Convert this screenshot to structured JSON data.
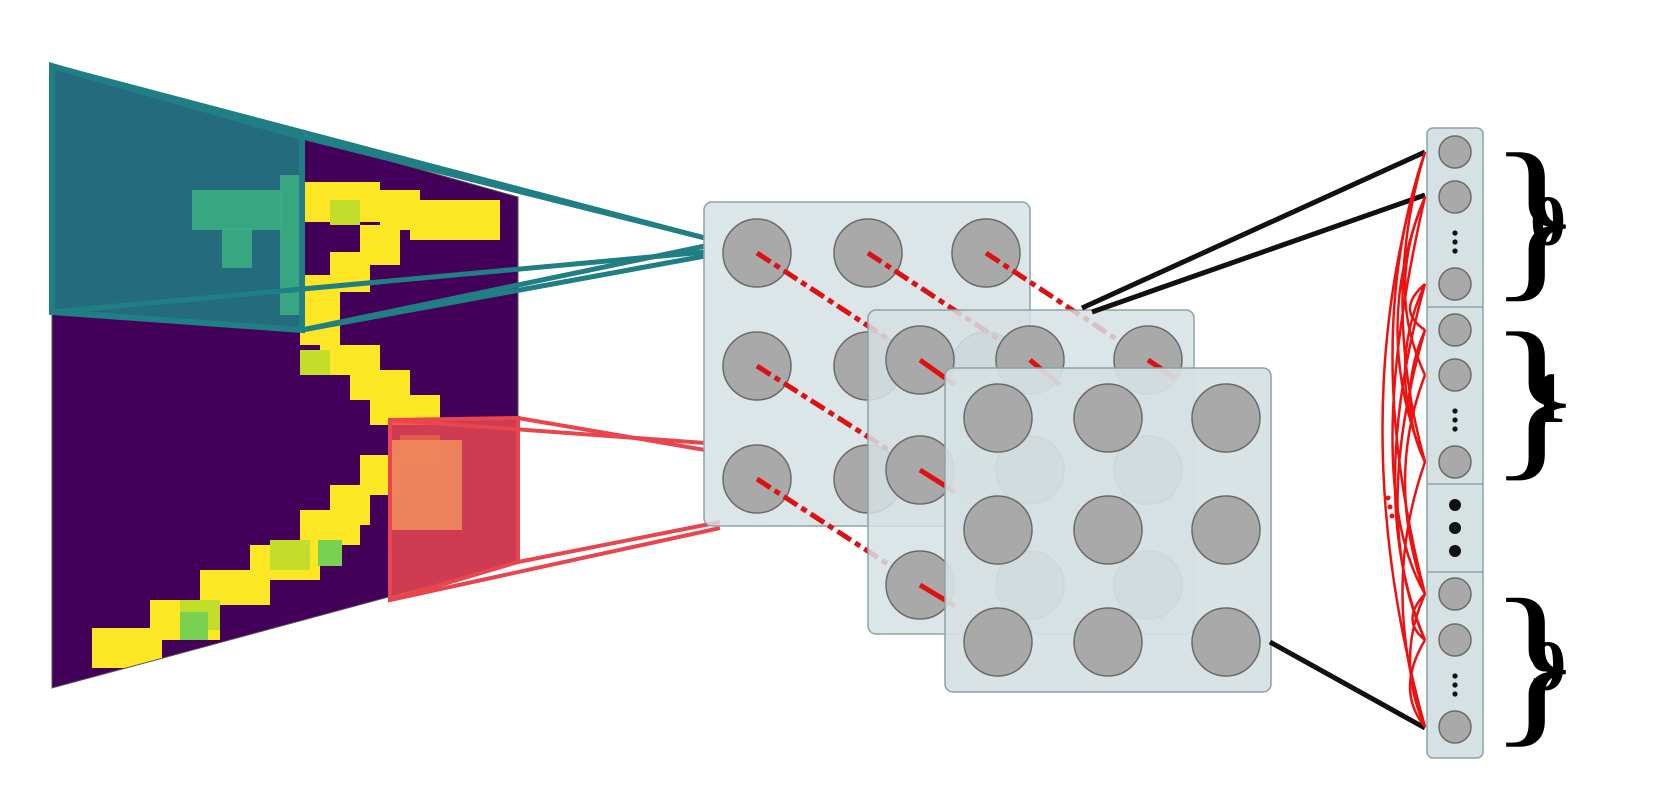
{
  "output_groups": [
    {
      "label": "0"
    },
    {
      "label": "1"
    },
    {
      "label": "9"
    }
  ],
  "colors": {
    "teal_receptive_field": "#1f7f84",
    "red_receptive_field": "#e8454f",
    "red_connection": "#dd1111",
    "black_connection": "#111111",
    "neuron_fill": "#a9a9a9",
    "neuron_stroke": "#6b6b6b",
    "layer_fill": "#d6e1e3",
    "image_background": "#44015a",
    "image_stroke": "#fde725",
    "image_stroke_mid": "#c2dd2a"
  },
  "icons": {
    "ellipsis": "vertical-dots"
  }
}
